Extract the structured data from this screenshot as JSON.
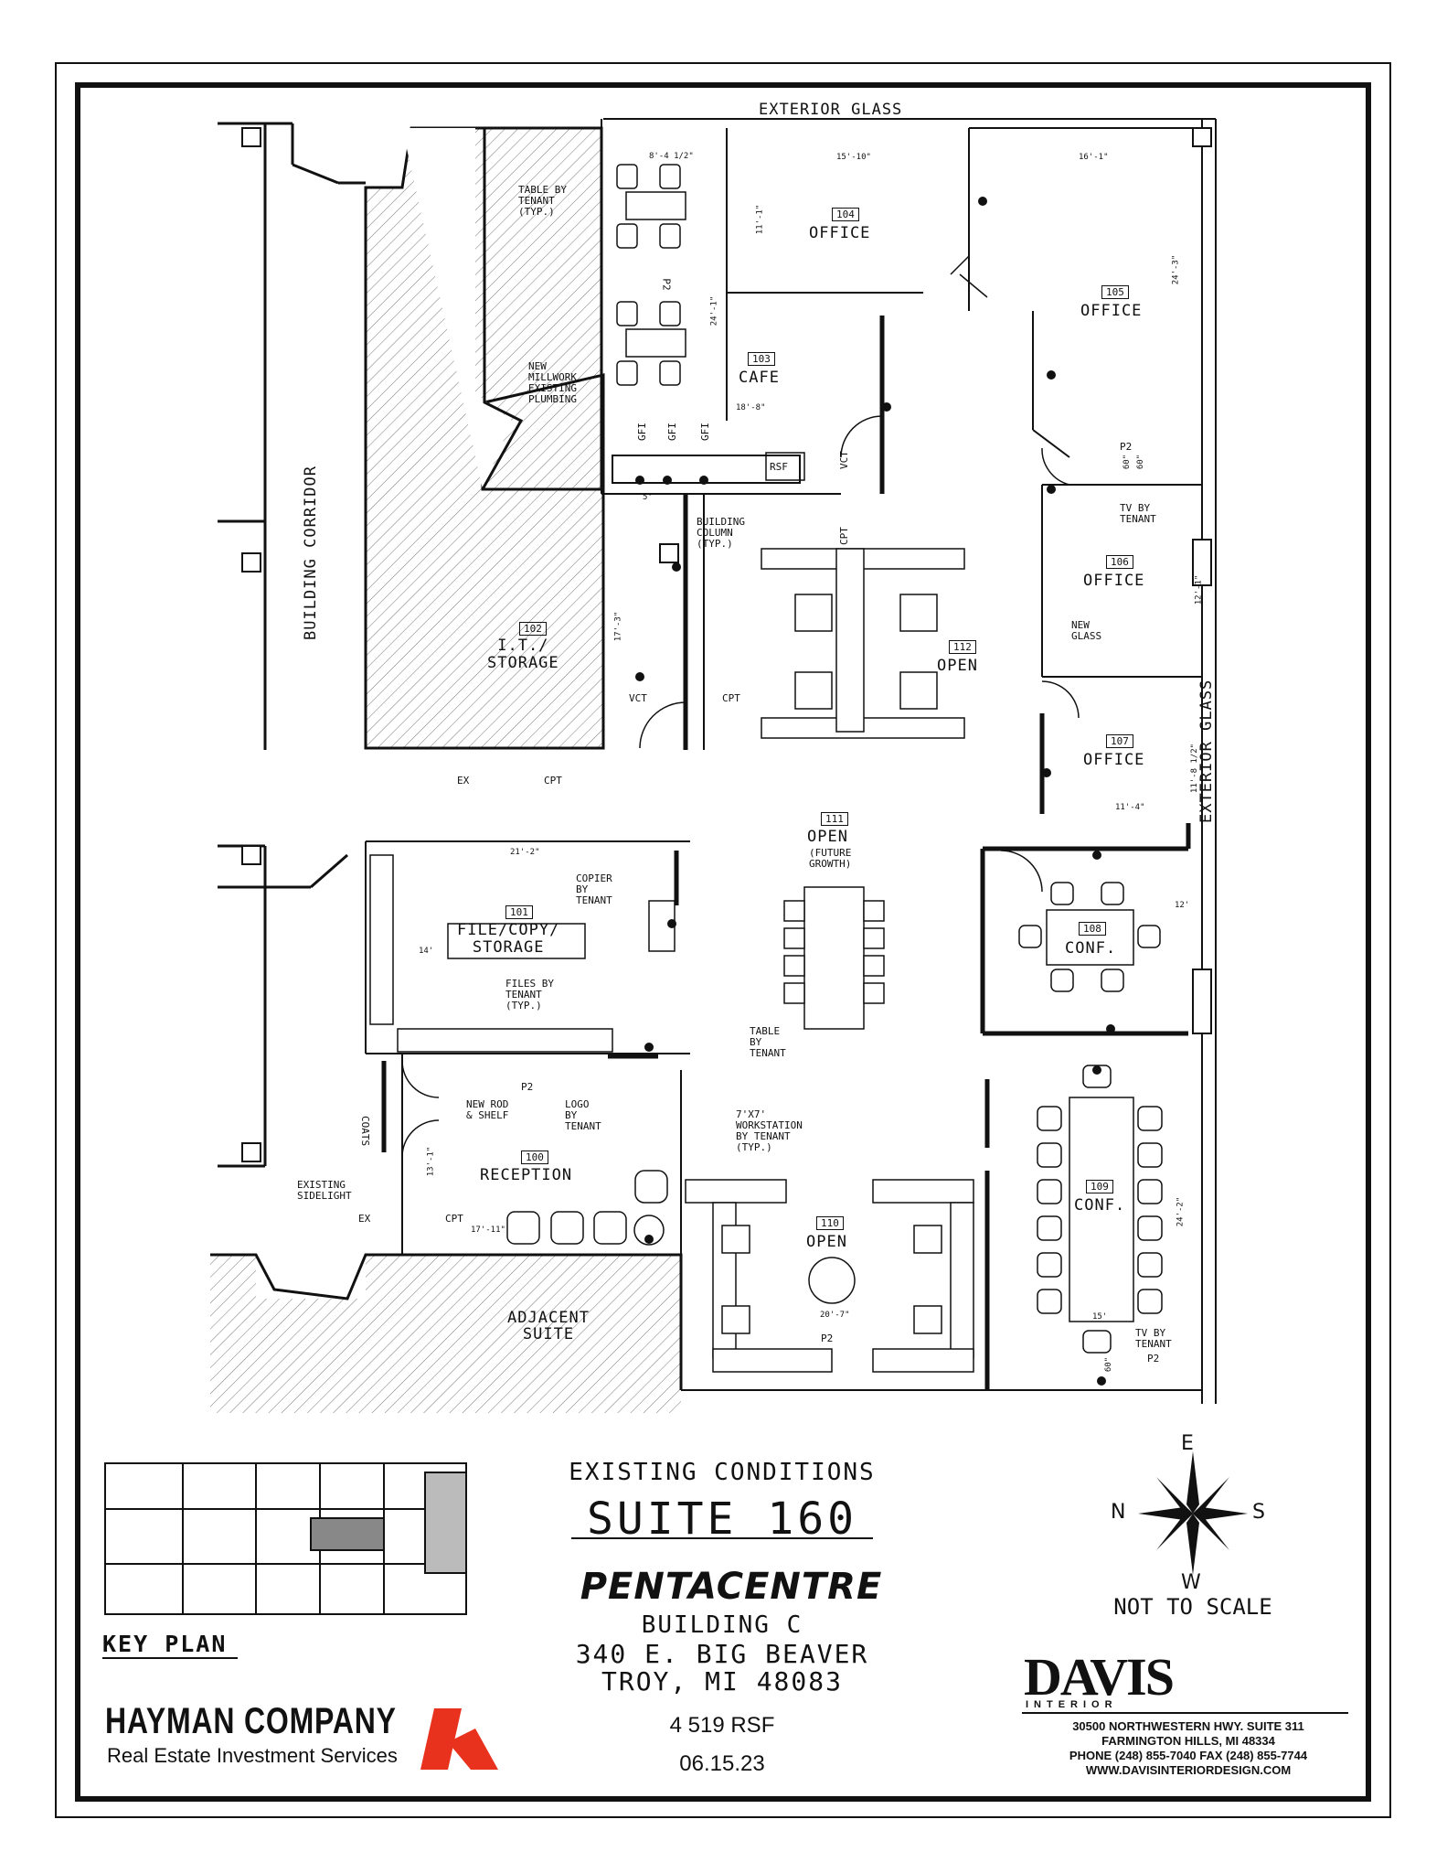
{
  "exterior_glass_top": "EXTERIOR GLASS",
  "exterior_glass_right": "EXTERIOR GLASS",
  "building_corridor": "BUILDING CORRIDOR",
  "adjacent_suite": "ADJACENT SUITE",
  "rooms": [
    {
      "id": "room-100",
      "num": "100",
      "name": "RECEPTION"
    },
    {
      "id": "room-101",
      "num": "101",
      "name": "FILE/COPY/\nSTORAGE"
    },
    {
      "id": "room-102",
      "num": "102",
      "name": "I.T./\nSTORAGE"
    },
    {
      "id": "room-103",
      "num": "103",
      "name": "CAFE"
    },
    {
      "id": "room-104",
      "num": "104",
      "name": "OFFICE"
    },
    {
      "id": "room-105",
      "num": "105",
      "name": "OFFICE"
    },
    {
      "id": "room-106",
      "num": "106",
      "name": "OFFICE"
    },
    {
      "id": "room-107",
      "num": "107",
      "name": "OFFICE"
    },
    {
      "id": "room-108",
      "num": "108",
      "name": "CONF."
    },
    {
      "id": "room-109",
      "num": "109",
      "name": "CONF."
    },
    {
      "id": "room-110",
      "num": "110",
      "name": "OPEN"
    },
    {
      "id": "room-111",
      "num": "111",
      "name": "OPEN",
      "sub": "(FUTURE\nGROWTH)"
    },
    {
      "id": "room-112",
      "num": "112",
      "name": "OPEN"
    }
  ],
  "notes": {
    "table_by_tenant_typ": "TABLE BY\nTENANT\n(TYP.)",
    "new_millwork": "NEW\nMILLWORK,\nEXISTING\nPLUMBING",
    "building_column": "BUILDING\nCOLUMN\n(TYP.)",
    "copier": "COPIER\nBY\nTENANT",
    "files_by_tenant": "FILES BY\nTENANT\n(TYP.)",
    "table_by_tenant": "TABLE\nBY\nTENANT",
    "workstation": "7'X7'\nWORKSTATION\nBY TENANT\n(TYP.)",
    "new_rod_shelf": "NEW ROD\n& SHELF",
    "logo_by_tenant": "LOGO\nBY\nTENANT",
    "existing_sidelight": "EXISTING\nSIDELIGHT",
    "tv_by_tenant_1": "TV BY\nTENANT",
    "tv_by_tenant_2": "TV BY\nTENANT",
    "new_glass": "NEW\nGLASS",
    "coats": "COATS",
    "vct1": "VCT",
    "vct2": "VCT",
    "cpt1": "CPT",
    "cpt2": "CPT",
    "cpt3": "CPT",
    "cpt4": "CPT",
    "ex1": "EX",
    "ex2": "EX",
    "p2_1": "P2",
    "p2_2": "P2",
    "p2_3": "P2",
    "p2_4": "P2",
    "p2_5": "P2",
    "rsf_box": "RSF",
    "gfi1": "GFI",
    "gfi2": "GFI",
    "gfi3": "GFI"
  },
  "dims": {
    "d1": "8'-4 1/2\"",
    "d2": "15'-10\"",
    "d3": "16'-1\"",
    "d4": "11'-1\"",
    "d5": "24'-3\"",
    "d6": "24'-1\"",
    "d7": "18'-8\"",
    "d8": "5'",
    "d9": "17'-3\"",
    "d10": "12'-1\"",
    "d11": "11'-8 1/2\"",
    "d12": "11'-4\"",
    "d13": "21'-2\"",
    "d14": "14'",
    "d15": "12'",
    "d16": "13'-1\"",
    "d17": "17'-11\"",
    "d18": "20'-7\"",
    "d19": "24'-2\"",
    "d20": "15'",
    "d21": "60\"",
    "d22": "60\"",
    "d23": "60\""
  },
  "title_block": {
    "heading": "EXISTING CONDITIONS",
    "suite": "SUITE 160",
    "brand": "PENTACENTRE",
    "building": "BUILDING C",
    "address1": "340 E. BIG BEAVER",
    "address2": "TROY, MI 48083",
    "rsf": "4 519  RSF",
    "date": "06.15.23"
  },
  "key_plan_label": "KEY PLAN",
  "compass": {
    "e": "E",
    "n": "N",
    "s": "S",
    "w": "W",
    "scale": "NOT TO SCALE"
  },
  "hayman": {
    "name": "HAYMAN COMPANY",
    "tagline": "Real Estate Investment Services",
    "accent": "#e8321e"
  },
  "davis": {
    "logo": "DAVIS",
    "sub": "INTERIOR",
    "line1": "30500 NORTHWESTERN HWY. SUITE 311",
    "line2": "FARMINGTON HILLS, MI 48334",
    "line3": "PHONE (248) 855-7040   FAX (248) 855-7744",
    "line4": "WWW.DAVISINTERIORDESIGN.COM"
  }
}
